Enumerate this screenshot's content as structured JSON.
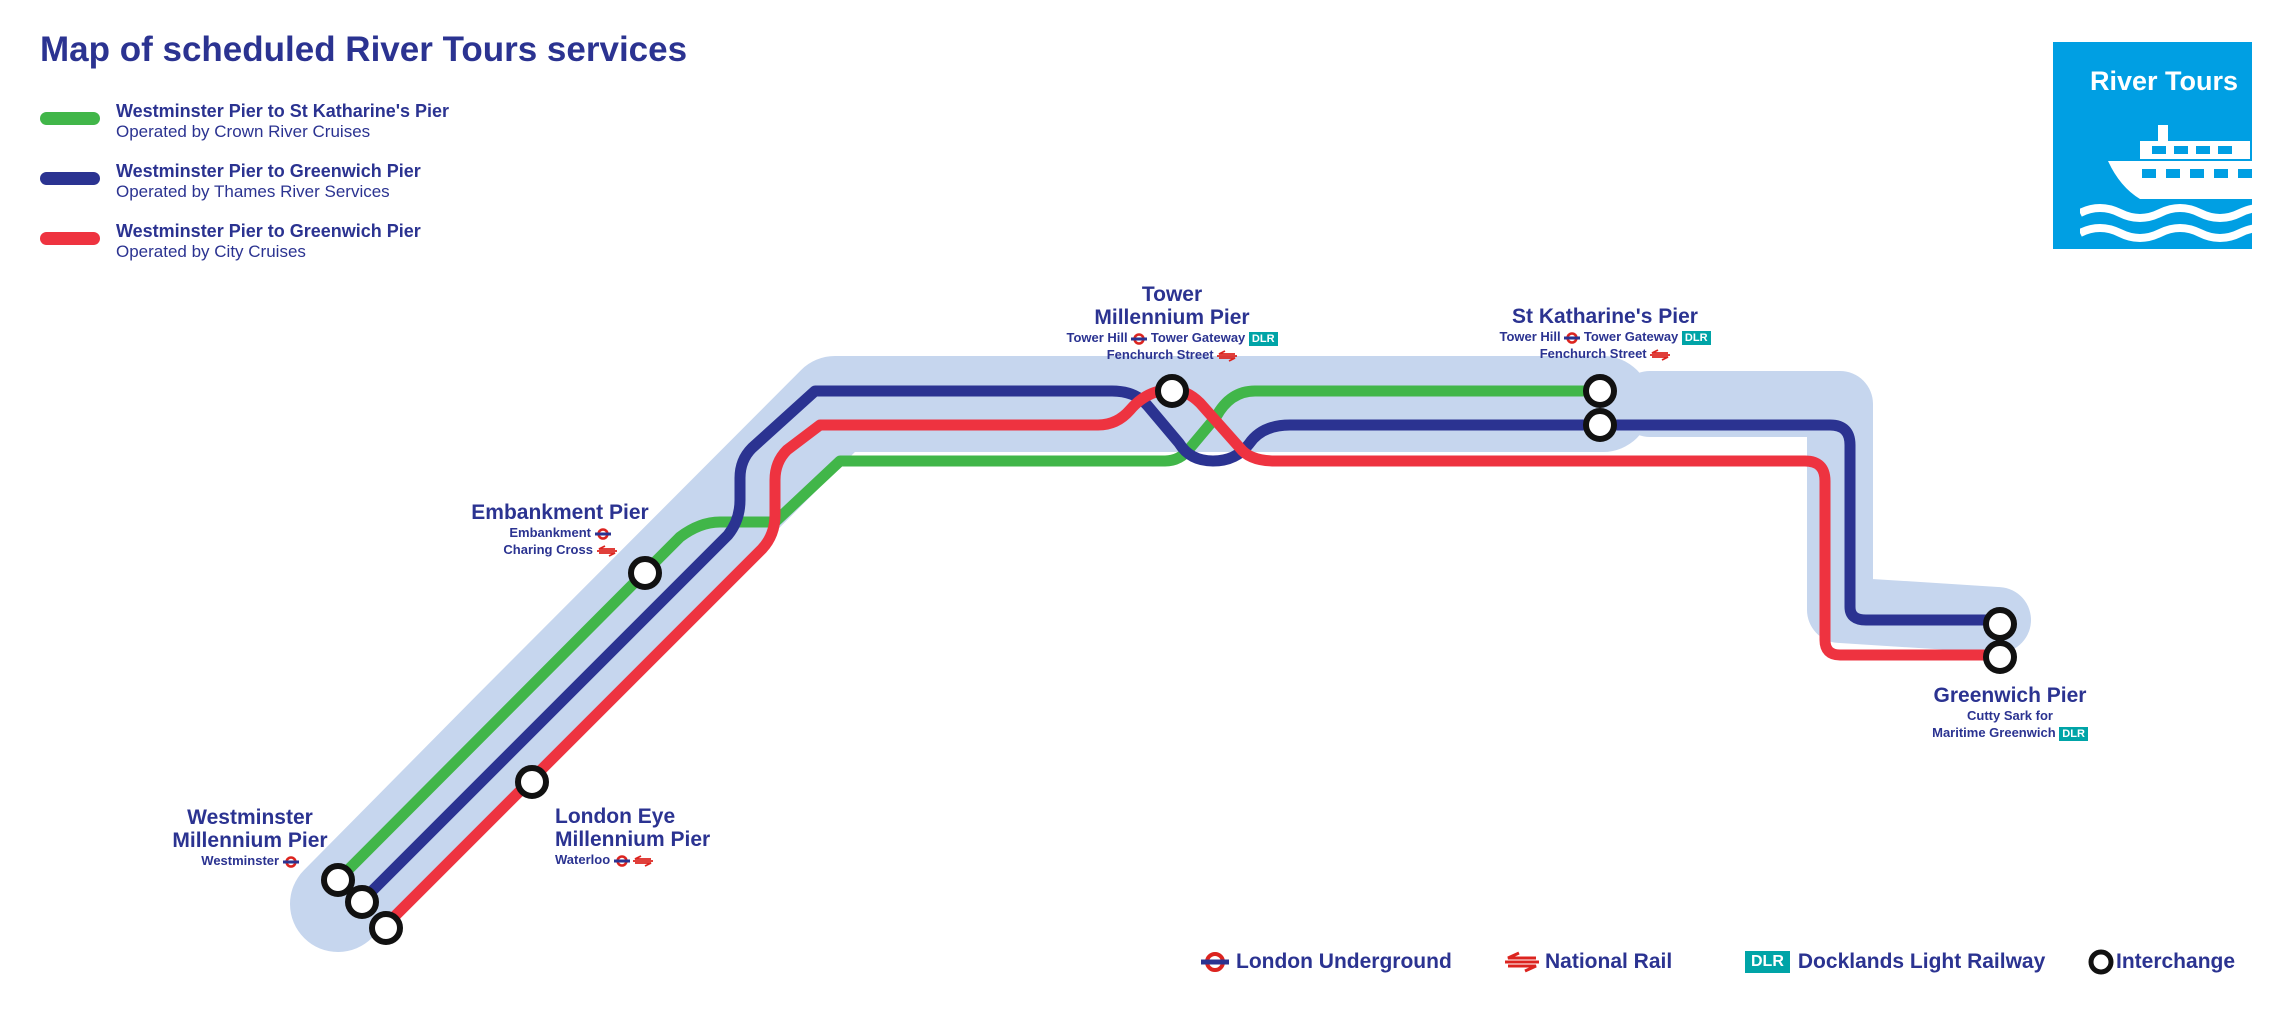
{
  "title": "Map of scheduled River Tours services",
  "colors": {
    "green": "#41b649",
    "blue": "#2b3391",
    "red": "#ee3340",
    "river": "#c6d6ee",
    "text": "#2b3391",
    "brand": "#009fe3",
    "dlr": "#00a4a7",
    "underground": "#dc241f"
  },
  "legend": [
    {
      "route": "Westminster Pier to St Katharine's Pier",
      "operator": "Operated by Crown River Cruises",
      "color": "#41b649"
    },
    {
      "route": "Westminster Pier to Greenwich Pier",
      "operator": "Operated by Thames River Services",
      "color": "#2b3391"
    },
    {
      "route": "Westminster Pier to Greenwich Pier",
      "operator": "Operated by City Cruises",
      "color": "#ee3340"
    }
  ],
  "stations": {
    "westminster": {
      "name_1": "Westminster",
      "name_2": "Millennium Pier",
      "interchange_1": "Westminster"
    },
    "london_eye": {
      "name_1": "London Eye",
      "name_2": "Millennium Pier",
      "interchange_1": "Waterloo"
    },
    "embankment": {
      "name_1": "Embankment Pier",
      "interchange_1": "Embankment",
      "interchange_2": "Charing Cross"
    },
    "tower": {
      "name_1": "Tower",
      "name_2": "Millennium Pier",
      "interchange_1a": "Tower Hill",
      "interchange_1b": "Tower Gateway",
      "interchange_2": "Fenchurch Street"
    },
    "st_katharines": {
      "name_1": "St Katharine's Pier",
      "interchange_1a": "Tower Hill",
      "interchange_1b": "Tower Gateway",
      "interchange_2": "Fenchurch Street"
    },
    "greenwich": {
      "name_1": "Greenwich Pier",
      "interchange_1": "Cutty Sark for",
      "interchange_2": "Maritime Greenwich"
    }
  },
  "dlr_label": "DLR",
  "key": {
    "underground": "London Underground",
    "national_rail": "National Rail",
    "dlr": "Docklands Light Railway",
    "interchange": "Interchange"
  },
  "brand": {
    "text": "River Tours",
    "icon": "boat-icon"
  }
}
